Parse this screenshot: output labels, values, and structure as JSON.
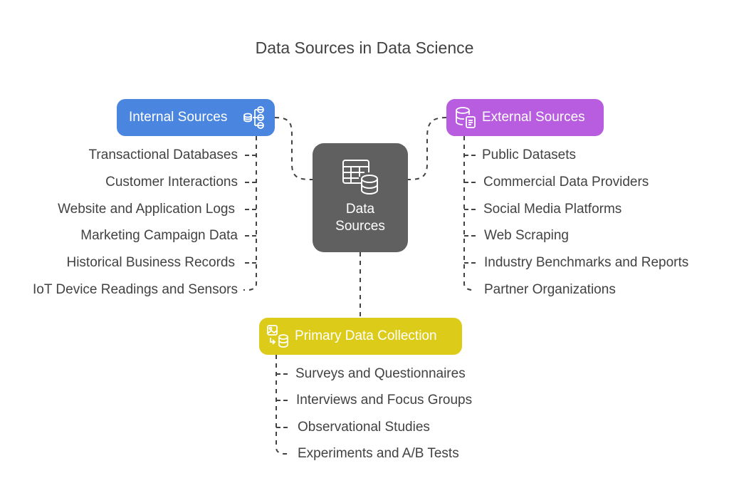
{
  "title": "Data Sources in Data Science",
  "center": {
    "line1": "Data",
    "line2": "Sources",
    "icon": "table-database-icon",
    "color": "#606060"
  },
  "branches": {
    "internal": {
      "label": "Internal Sources",
      "icon": "database-hierarchy-icon",
      "color": "#4a86e0",
      "items": [
        "Transactional Databases",
        "Customer Interactions",
        "Website and Application Logs",
        "Marketing Campaign Data",
        "Historical Business Records",
        "IoT Device Readings and Sensors"
      ]
    },
    "external": {
      "label": "External Sources",
      "icon": "database-document-icon",
      "color": "#b85ce0",
      "items": [
        "Public Datasets",
        "Commercial Data Providers",
        "Social Media Platforms",
        "Web Scraping",
        "Industry Benchmarks and Reports",
        "Partner Organizations"
      ]
    },
    "primary": {
      "label": "Primary Data Collection",
      "icon": "image-to-database-icon",
      "color": "#dccb19",
      "items": [
        "Surveys and Questionnaires",
        "Interviews and Focus Groups",
        "Observational Studies",
        "Experiments and A/B Tests"
      ]
    }
  }
}
